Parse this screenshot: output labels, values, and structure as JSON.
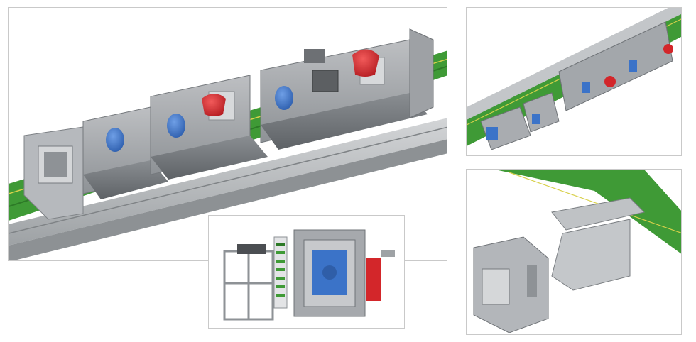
{
  "image": {
    "panels": [
      {
        "name": "main-view"
      },
      {
        "name": "top-right-view"
      },
      {
        "name": "bottom-right-view"
      },
      {
        "name": "inset-cross-section"
      }
    ]
  },
  "colors": {
    "housing": "#a9acb0",
    "housing_dark": "#7c8084",
    "rail": "#b9bcbf",
    "cable_green": "#3f9a36",
    "socket_blue": "#3b73c8",
    "socket_red": "#d3262a",
    "border": "#c9c9c9"
  },
  "icons": [
    "blue-socket-icon",
    "red-socket-icon",
    "connector-icon"
  ]
}
